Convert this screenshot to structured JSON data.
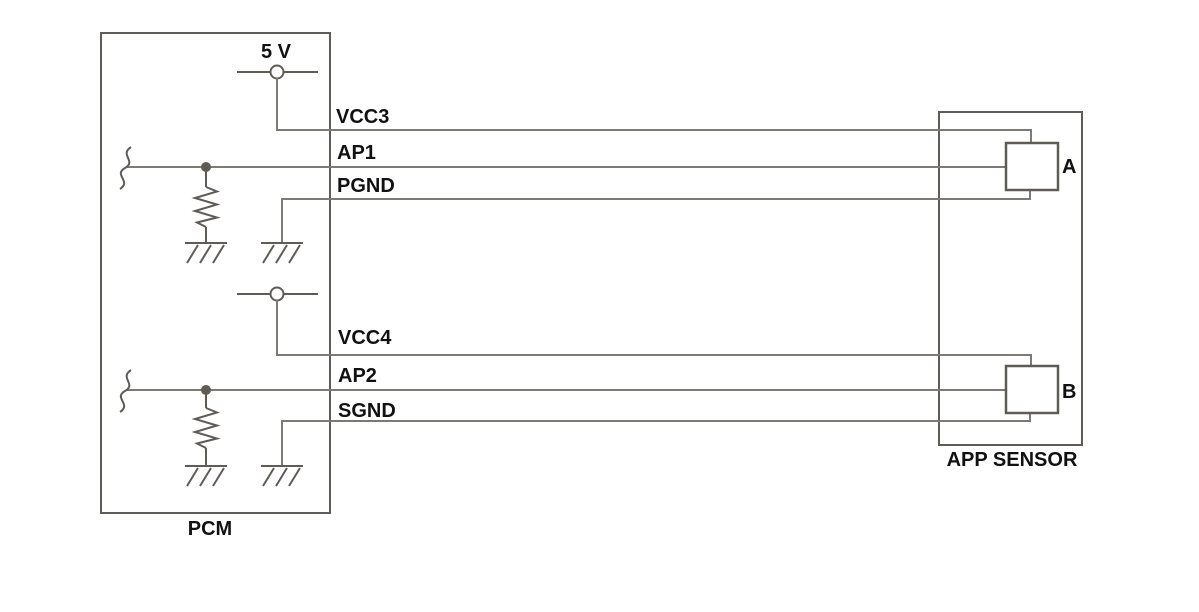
{
  "diagram_type": "wiring-schematic",
  "modules": {
    "pcm": {
      "label": "PCM"
    },
    "app_sensor": {
      "label": "APP SENSOR",
      "element_a": "A",
      "element_b": "B"
    }
  },
  "supply": {
    "label": "5 V"
  },
  "pins": {
    "vcc3": "VCC3",
    "ap1": "AP1",
    "pgnd": "PGND",
    "vcc4": "VCC4",
    "ap2": "AP2",
    "sgnd": "SGND"
  },
  "connections": [
    {
      "net": "VCC3",
      "from": "PCM 5 V supply",
      "to": "APP SENSOR A"
    },
    {
      "net": "AP1",
      "from": "PCM",
      "to": "APP SENSOR A"
    },
    {
      "net": "PGND",
      "from": "PCM ground",
      "to": "APP SENSOR A"
    },
    {
      "net": "VCC4",
      "from": "PCM 5 V supply",
      "to": "APP SENSOR B"
    },
    {
      "net": "AP2",
      "from": "PCM",
      "to": "APP SENSOR B"
    },
    {
      "net": "SGND",
      "from": "PCM ground",
      "to": "APP SENSOR B"
    }
  ],
  "colors": {
    "background": "#ffffff",
    "wire": "#7d7975",
    "component": "#5f5b57",
    "text": "#111111"
  }
}
